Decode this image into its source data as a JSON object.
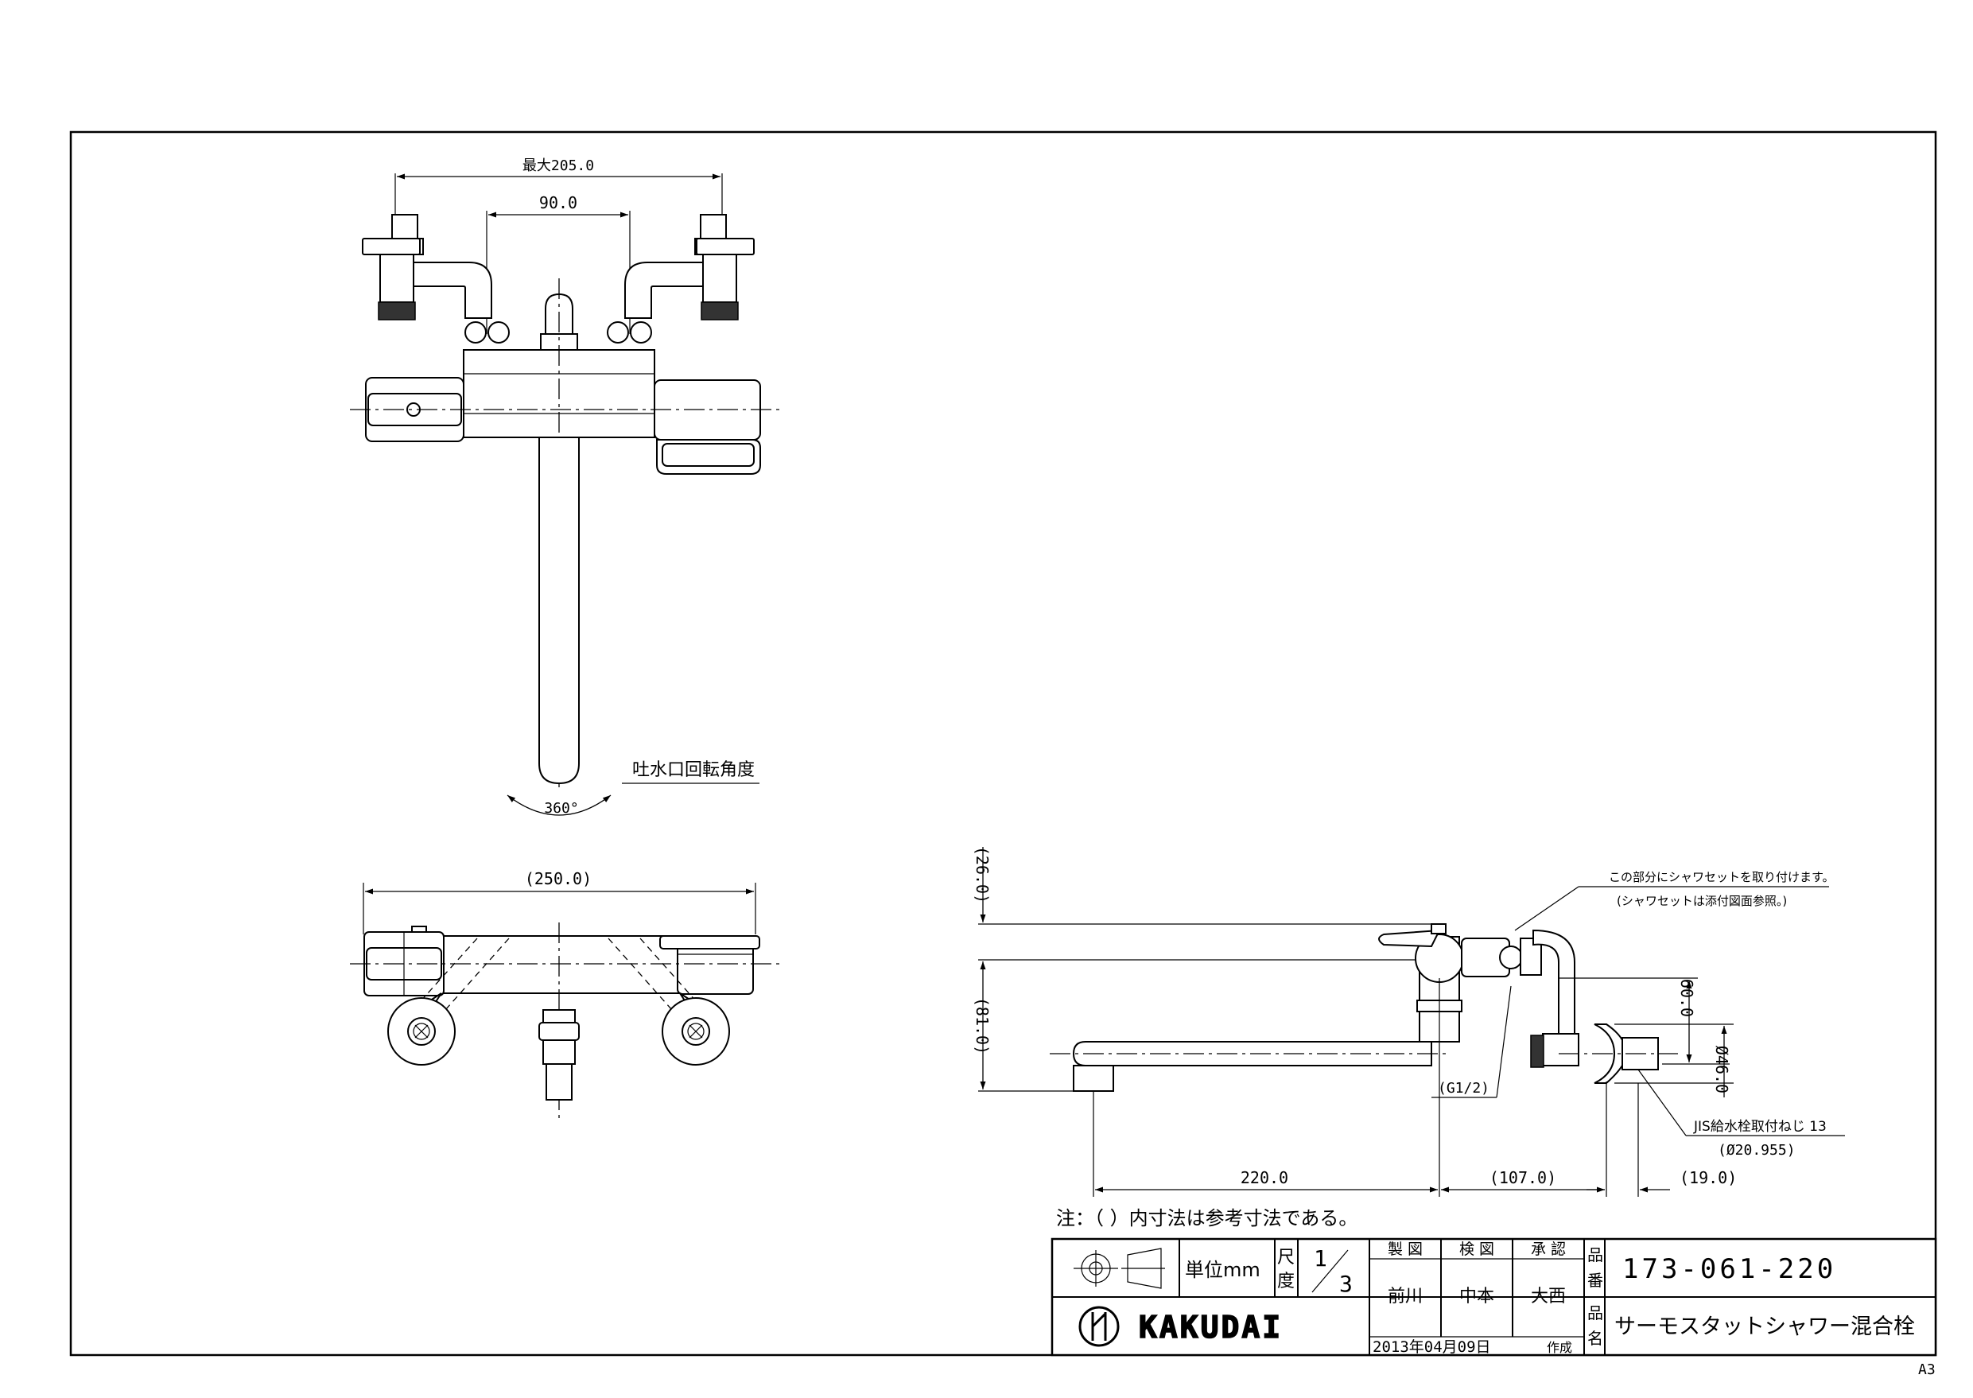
{
  "front_view": {
    "dim_max_width": "最大205.0",
    "dim_center_distance": "90.0",
    "spout_rotation_label": "吐水口回転角度",
    "spout_rotation_angle": "360°"
  },
  "top_view": {
    "dim_total_width": "(250.0)"
  },
  "side_view": {
    "dim_top": "(26.0)",
    "dim_height": "(81.0)",
    "dim_60": "60.0",
    "dim_46": "Ø46.0",
    "shower_note_line1": "この部分にシャワセットを取り付けます。",
    "shower_note_line2": "(シャワセットは添付図面参照。)",
    "thread_label": "(G1/2)",
    "jis_label": "JIS給水栓取付ねじ 13",
    "jis_dia": "(Ø20.955)",
    "dim_220": "220.0",
    "dim_107": "(107.0)",
    "dim_19": "(19.0)"
  },
  "note": "注：（ ）内寸法は参考寸法である。",
  "title_block": {
    "unit_label": "単位mm",
    "scale_label_1": "尺",
    "scale_label_2": "度",
    "scale_num": "1",
    "scale_den": "3",
    "drawn_header": "製 図",
    "checked_header": "検 図",
    "approved_header": "承 認",
    "drawn_by": "前川",
    "checked_by": "中本",
    "approved_by": "大西",
    "part_no_label_1": "品",
    "part_no_label_2": "番",
    "part_no": "173-061-220",
    "name_label_1": "品",
    "name_label_2": "名",
    "product_name": "サーモスタットシャワー混合栓",
    "brand": "KAKUDAI",
    "date": "2013年04月09日",
    "created_label": "作成"
  },
  "sheet_size": "A3"
}
